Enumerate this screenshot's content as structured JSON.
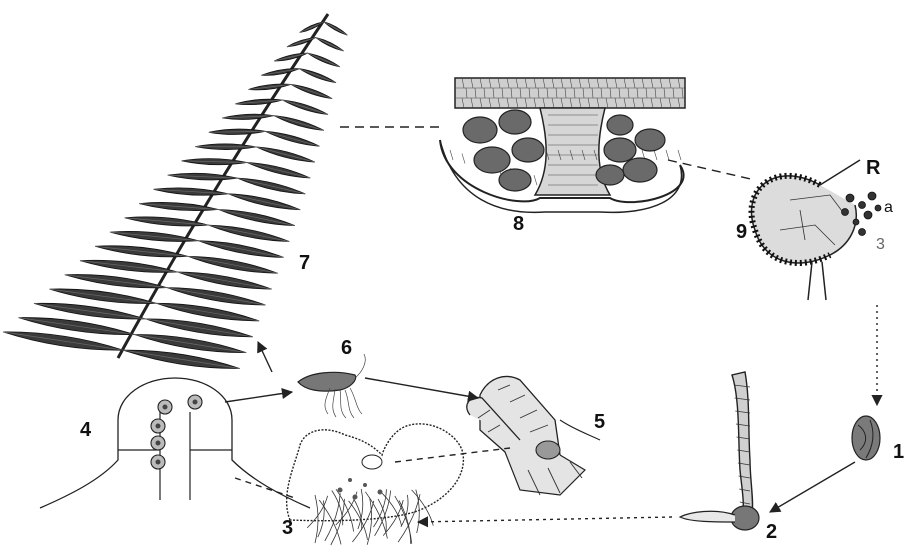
{
  "labels": {
    "n1": "1",
    "n2": "2",
    "n3": "3",
    "n4": "4",
    "n5": "5",
    "n6": "6",
    "n7": "7",
    "n8": "8",
    "n9": "9",
    "r": "R",
    "a": "a",
    "three_small": "3"
  },
  "colors": {
    "ink": "#222222",
    "frond": "#3a3a3a",
    "frond_light": "#6a6a6a",
    "cell_fill": "#d8d8d8",
    "background": "#ffffff"
  }
}
